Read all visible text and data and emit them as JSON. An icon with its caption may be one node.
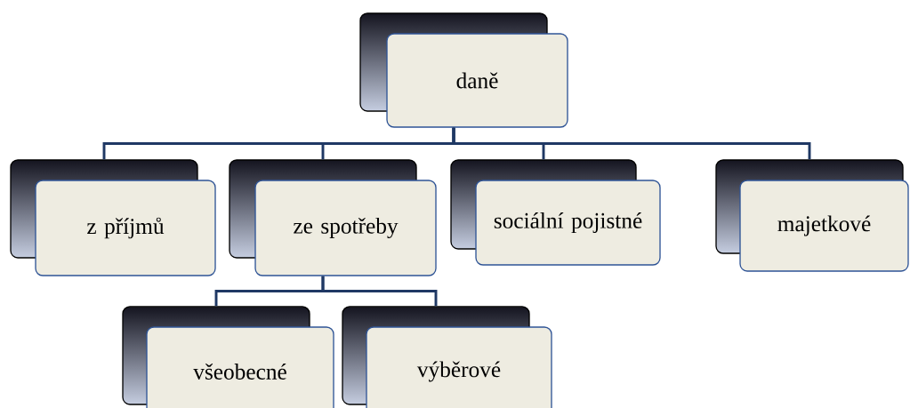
{
  "diagram": {
    "nodes": [
      {
        "text": [
          "daně"
        ]
      },
      {
        "text": [
          "z příjmů"
        ]
      },
      {
        "text": [
          "ze spotřeby"
        ]
      },
      {
        "text": [
          "sociální pojistné"
        ]
      },
      {
        "text": [
          "majetkové"
        ]
      },
      {
        "text": [
          "všeobecné"
        ]
      },
      {
        "text": [
          "výběrové"
        ]
      }
    ],
    "edges": [
      {
        "from": 0,
        "to": 1,
        "arrow": "none"
      },
      {
        "from": 0,
        "to": 2,
        "arrow": "none"
      },
      {
        "from": 0,
        "to": 3,
        "arrow": "none"
      },
      {
        "from": 0,
        "to": 4,
        "arrow": "none"
      },
      {
        "from": 2,
        "to": 5,
        "arrow": "none"
      },
      {
        "from": 2,
        "to": 6,
        "arrow": "none"
      }
    ]
  }
}
